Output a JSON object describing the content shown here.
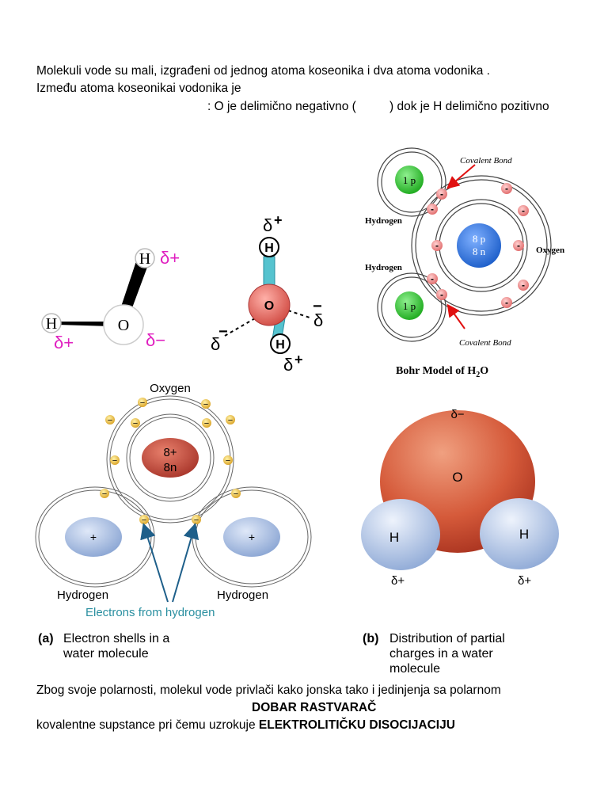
{
  "intro": {
    "line1": "Molekuli vode su mali, izgrađeni od jednog atoma koseonika i dva atoma vodonika .",
    "line2": "Između atoma koseonikai vodonika je",
    "line3a": ": O je delimično negativno (",
    "line3b": ") dok je H delimično pozitivno"
  },
  "fig1": {
    "h_top": "H",
    "h_left": "H",
    "o": "O",
    "delta_plus": "δ+",
    "delta_minus": "δ−"
  },
  "fig2": {
    "h_top": "H",
    "o": "O",
    "h_bottom": "H",
    "delta": "δ",
    "plus": "+",
    "minus": "−"
  },
  "bohr": {
    "hydrogen_top": "Hydrogen",
    "hydrogen_bottom": "Hydrogen",
    "oxygen": "Oxygen",
    "covalent_top": "Covalent Bond",
    "covalent_bottom": "Covalent Bond",
    "proton_h": "1 p",
    "nucleus_o_p": "8 p",
    "nucleus_o_n": "8 n",
    "electron": "-",
    "title": "Bohr Model of H",
    "title_sub": "2",
    "title_end": "O"
  },
  "shells": {
    "oxygen": "Oxygen",
    "nucleus_top": "8+",
    "nucleus_bottom": "8n",
    "proton": "+",
    "electron": "−",
    "hydrogen_left": "Hydrogen",
    "hydrogen_right": "Hydrogen",
    "electrons_from": "Electrons from hydrogen",
    "caption_a_label": "(a)",
    "caption_a_line1": "Electron shells in a",
    "caption_a_line2": "water molecule"
  },
  "partial": {
    "delta_minus": "δ−",
    "o": "O",
    "h_left": "H",
    "h_right": "H",
    "delta_plus_left": "δ+",
    "delta_plus_right": "δ+",
    "caption_b_label": "(b)",
    "caption_b_line1": "Distribution of partial",
    "caption_b_line2": "charges in a water",
    "caption_b_line3": "molecule"
  },
  "outro": {
    "line1": "Zbog svoje polarnosti, molekul vode privlači kako jonska tako i jedinjenja sa polarnom",
    "line2": "DOBAR RASTVARAČ",
    "line3a": "kovalentne supstance pri čemu uzrokuje",
    "line3b": "ELEKTROLITIČKU DISOCIJACIJU"
  },
  "colors": {
    "magenta": "#e020c0",
    "teal": "#2a8fa0",
    "oxygen_red": "#d9594a",
    "hydrogen_blue": "#9fb7de",
    "green": "#26c026",
    "blue": "#2d6fd0",
    "electron_pink": "#f08a8a",
    "electron_yellow": "#e9b53a",
    "arrow_red": "#e01010"
  }
}
